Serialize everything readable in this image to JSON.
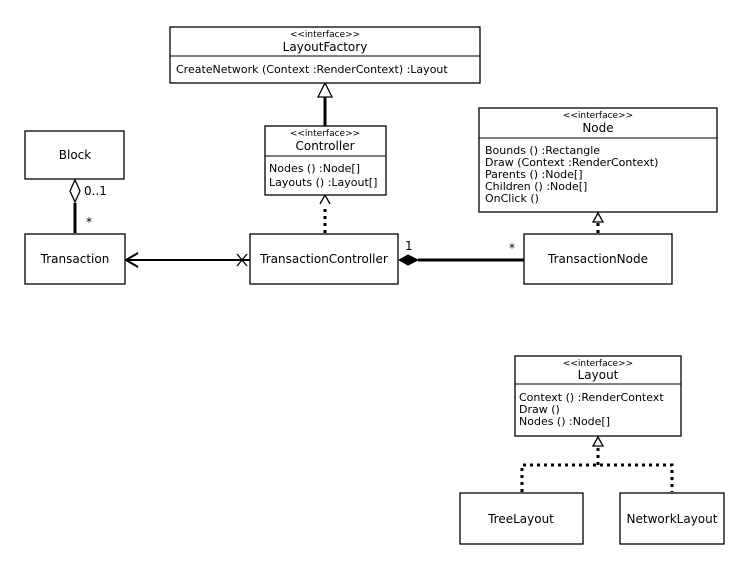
{
  "diagram": {
    "classes": {
      "layout_factory": {
        "stereotype": "<<interface>>",
        "name": "LayoutFactory",
        "members": [
          "CreateNetwork (Context :RenderContext) :Layout"
        ]
      },
      "controller": {
        "stereotype": "<<interface>>",
        "name": "Controller",
        "members": [
          "Nodes () :Node[]",
          "Layouts () :Layout[]"
        ]
      },
      "node": {
        "stereotype": "<<interface>>",
        "name": "Node",
        "members": [
          "Bounds () :Rectangle",
          "Draw (Context :RenderContext)",
          "Parents () :Node[]",
          "Children () :Node[]",
          "OnClick ()"
        ]
      },
      "layout": {
        "stereotype": "<<interface>>",
        "name": "Layout",
        "members": [
          "Context () :RenderContext",
          "Draw ()",
          "Nodes () :Node[]"
        ]
      },
      "block": {
        "name": "Block"
      },
      "transaction": {
        "name": "Transaction"
      },
      "transaction_controller": {
        "name": "TransactionController"
      },
      "transaction_node": {
        "name": "TransactionNode"
      },
      "tree_layout": {
        "name": "TreeLayout"
      },
      "network_layout": {
        "name": "NetworkLayout"
      }
    },
    "multiplicities": {
      "block_end": "0..1",
      "transaction_end": "*",
      "controller_end": "1",
      "node_end": "*"
    }
  }
}
